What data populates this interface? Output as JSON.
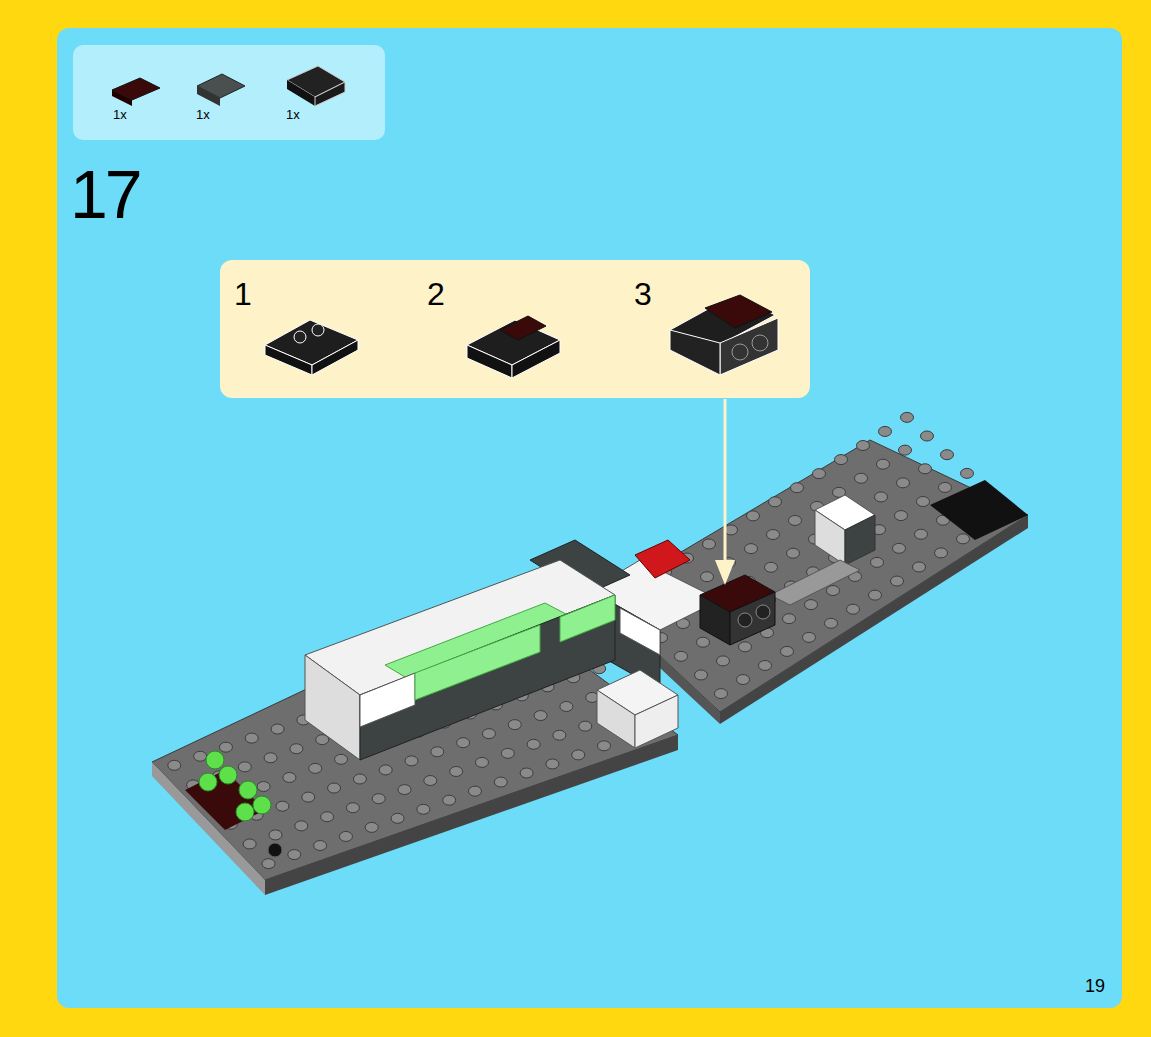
{
  "diagram": {
    "nodes": [
      {
        "text": [
          "1x",
          "1x",
          "1x"
        ]
      },
      {
        "text": [
          "1",
          "2",
          "3"
        ]
      }
    ],
    "labels": [
      "17",
      "19"
    ]
  }
}
